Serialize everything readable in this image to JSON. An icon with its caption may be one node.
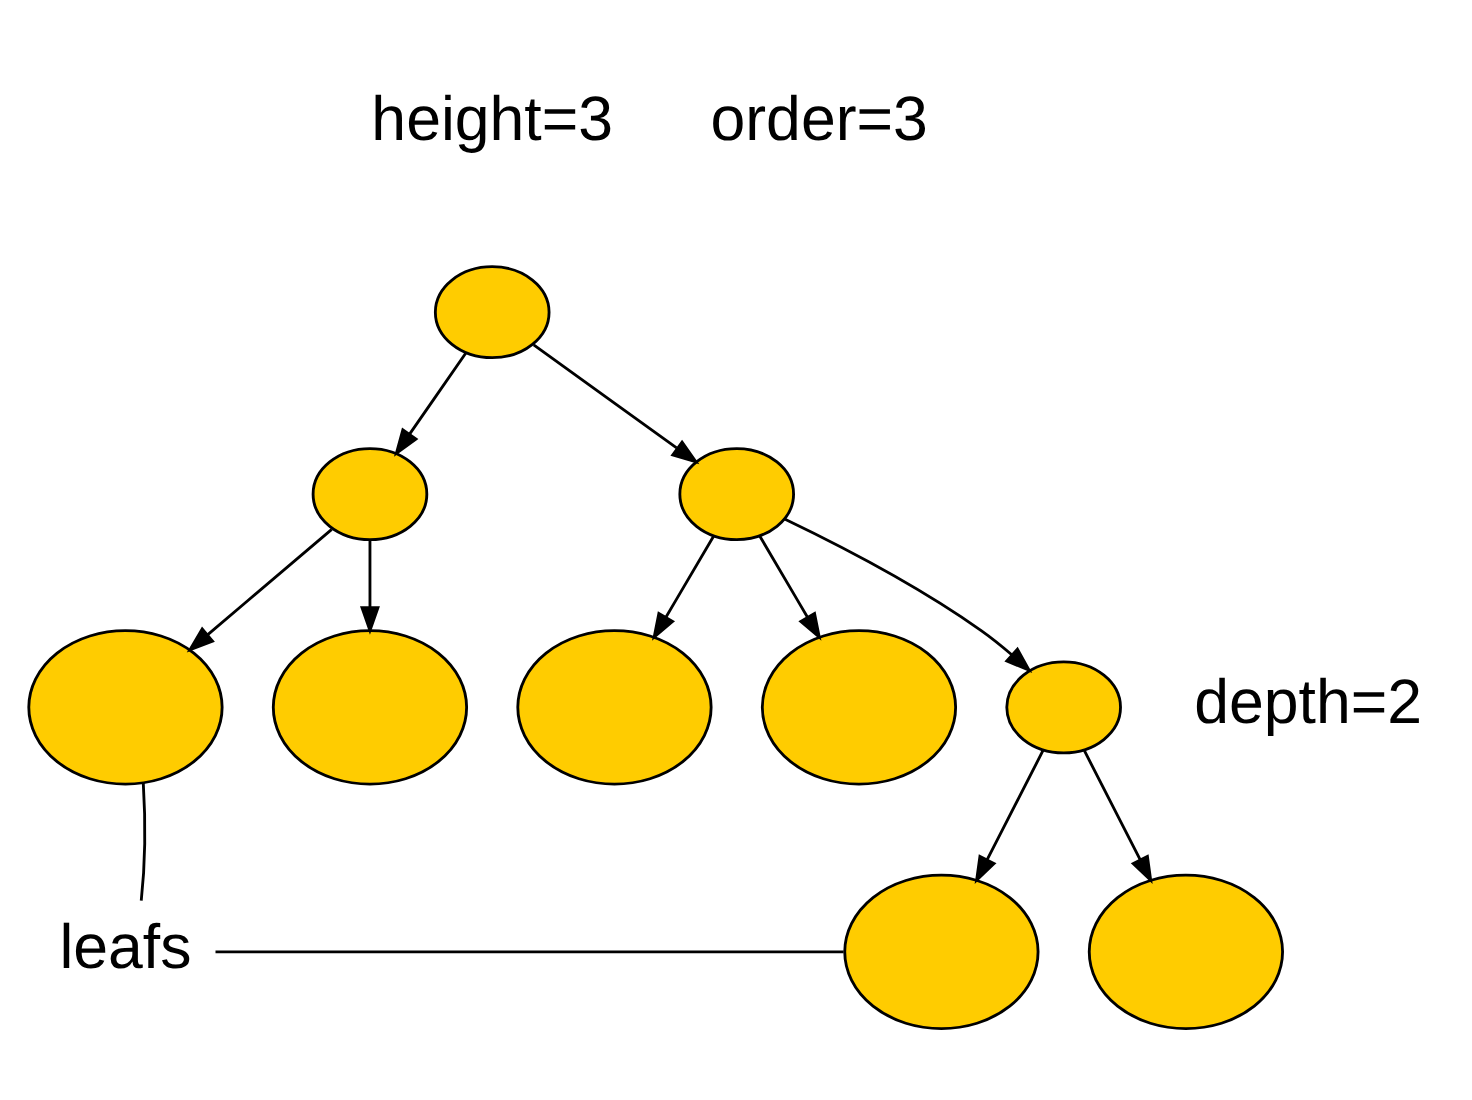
{
  "diagram": {
    "nodes": [
      {
        "text": [],
        "shape": "circle"
      },
      {
        "text": [],
        "shape": "circle"
      },
      {
        "text": [],
        "shape": "circle"
      },
      {
        "text": [],
        "shape": "circle"
      },
      {
        "text": [],
        "shape": "circle"
      },
      {
        "text": [],
        "shape": "circle"
      },
      {
        "text": [],
        "shape": "circle"
      },
      {
        "text": [],
        "shape": "circle",
        "beside": [
          "depth=2"
        ]
      },
      {
        "text": [],
        "shape": "circle"
      },
      {
        "text": [],
        "shape": "circle"
      },
      {
        "text": [
          "leafs"
        ]
      }
    ],
    "edges": [
      {
        "from": 0,
        "to": 1,
        "arrow": "to"
      },
      {
        "from": 0,
        "to": 2,
        "arrow": "to"
      },
      {
        "from": 1,
        "to": 3,
        "arrow": "to"
      },
      {
        "from": 1,
        "to": 4,
        "arrow": "to"
      },
      {
        "from": 2,
        "to": 5,
        "arrow": "to"
      },
      {
        "from": 2,
        "to": 6,
        "arrow": "to"
      },
      {
        "from": 2,
        "to": 7,
        "arrow": "to"
      },
      {
        "from": 7,
        "to": 8,
        "arrow": "to"
      },
      {
        "from": 7,
        "to": 9,
        "arrow": "to"
      },
      {
        "from": 10,
        "to": 3,
        "arrow": "none"
      },
      {
        "from": 10,
        "to": 8,
        "arrow": "none"
      }
    ],
    "labels": [
      "height=3",
      "order=3"
    ]
  }
}
